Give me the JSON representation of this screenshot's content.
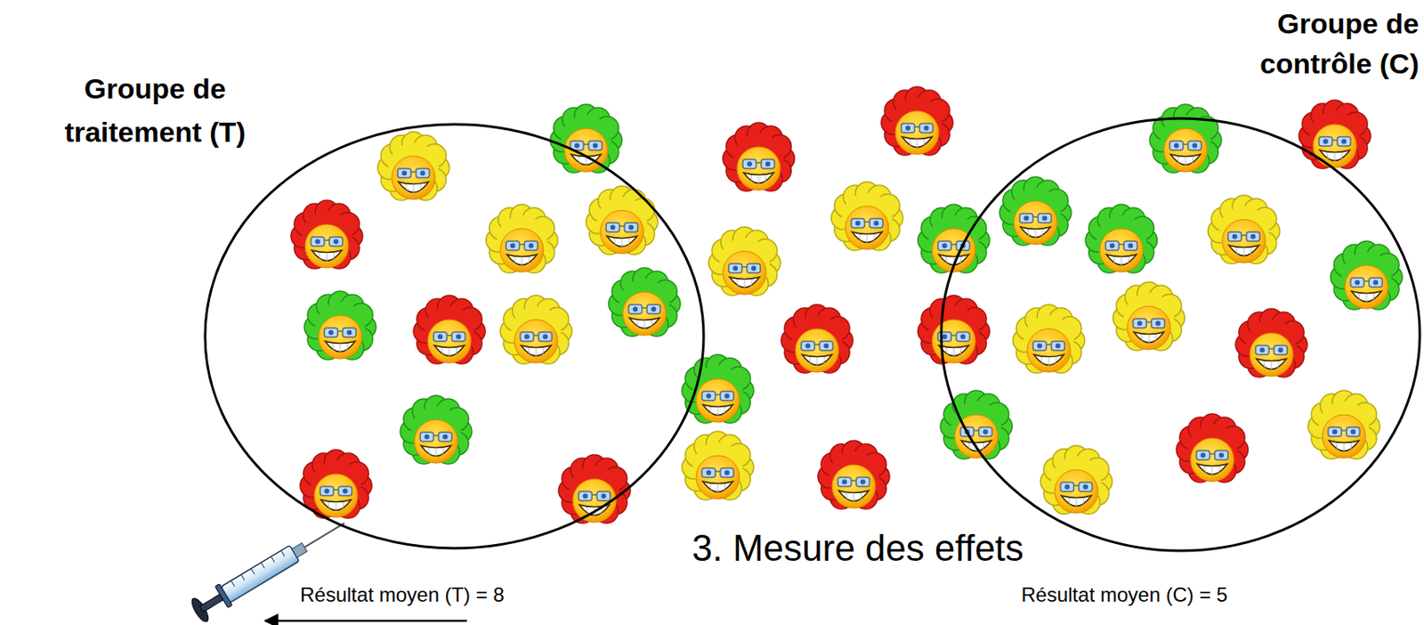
{
  "diagram": {
    "title": "3. Mesure des effets",
    "nodes": [
      {
        "text": [
          "Groupe de traitement (T)"
        ]
      },
      {
        "text": [
          "Groupe de contrôle (C)"
        ]
      }
    ],
    "labels": [
      "Résultat moyen (T) = 8",
      "Résultat moyen (C) = 5"
    ]
  }
}
